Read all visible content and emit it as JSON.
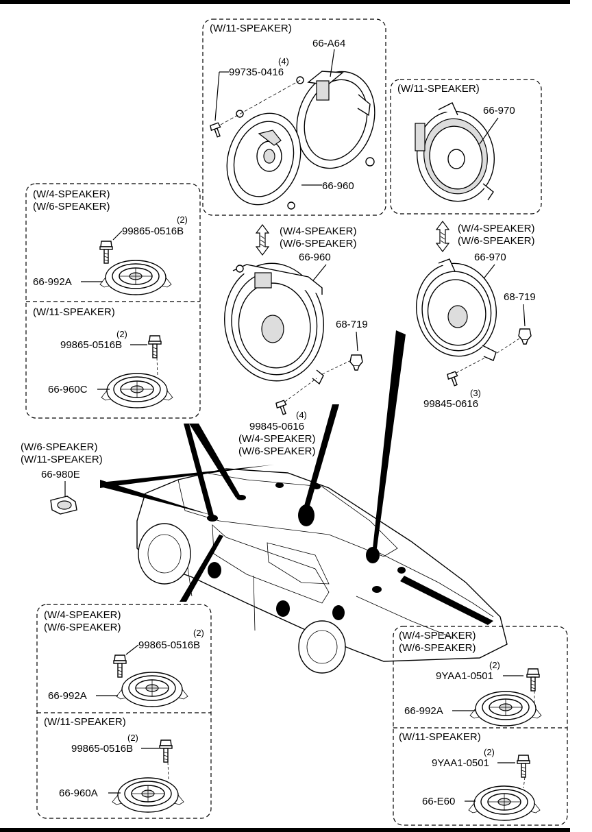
{
  "labels": {
    "top_box_title": "(W/11-SPEAKER)",
    "p_66A64": "66-A64",
    "p_99735": "99735-0416",
    "q_99735": "(4)",
    "p_66960_top": "66-960",
    "right_box_title": "(W/11-SPEAKER)",
    "p_66970_top": "66-970",
    "left_upper_title1": "(W/4-SPEAKER)",
    "left_upper_title2": "(W/6-SPEAKER)",
    "q_lu_bolt": "(2)",
    "p_lu_bolt": "99865-0516B",
    "p_lu_spk": "66-992A",
    "left_lower_title": "(W/11-SPEAKER)",
    "q_ll_bolt": "(2)",
    "p_ll_bolt": "99865-0516B",
    "p_ll_spk": "66-960C",
    "mid_cond1": "(W/4-SPEAKER)",
    "mid_cond2": "(W/6-SPEAKER)",
    "p_66960_mid": "66-960",
    "p_68719_mid": "68-719",
    "p_99845_mid": "99845-0616",
    "q_99845_mid": "(4)",
    "mid_cond3": "(W/4-SPEAKER)",
    "mid_cond4": "(W/6-SPEAKER)",
    "right_cond1": "(W/4-SPEAKER)",
    "right_cond2": "(W/6-SPEAKER)",
    "p_66970_mid": "66-970",
    "p_68719_right": "68-719",
    "q_99845_right": "(3)",
    "p_99845_right": "99845-0616",
    "tw_cond1": "(W/6-SPEAKER)",
    "tw_cond2": "(W/11-SPEAKER)",
    "p_66980E": "66-980E",
    "bl_upper_title1": "(W/4-SPEAKER)",
    "bl_upper_title2": "(W/6-SPEAKER)",
    "q_blu_bolt": "(2)",
    "p_blu_bolt": "99865-0516B",
    "p_blu_spk": "66-992A",
    "bl_lower_title": "(W/11-SPEAKER)",
    "q_bll_bolt": "(2)",
    "p_bll_bolt": "99865-0516B",
    "p_bll_spk": "66-960A",
    "br_upper_title1": "(W/4-SPEAKER)",
    "br_upper_title2": "(W/6-SPEAKER)",
    "q_bru_bolt": "(2)",
    "p_bru_bolt": "9YAA1-0501",
    "p_bru_spk": "66-992A",
    "br_lower_title": "(W/11-SPEAKER)",
    "q_brl_bolt": "(2)",
    "p_brl_bolt": "9YAA1-0501",
    "p_brl_spk": "66-E60"
  }
}
